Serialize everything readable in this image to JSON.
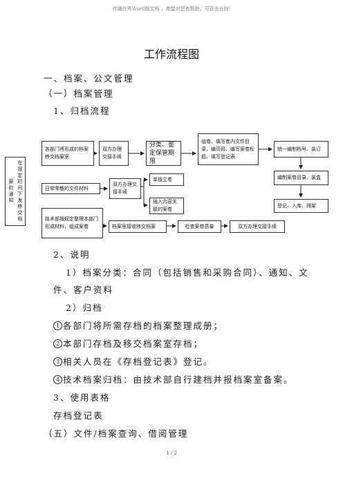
{
  "banner": "传播优秀Word版文档 ，希望对您有帮助，可双击去除!",
  "title": "工作流程图",
  "sections": {
    "s1": "一、档案、公文管理",
    "s1_1": "（一）档案管理",
    "s1_1_1": "1、归档流程",
    "s2": "2、说明",
    "p1a": "1）档案分类：合同（包括销售和采购合同）、通知、文",
    "p1b": "件、客户资料",
    "p2": "2）归档",
    "items": [
      {
        "num": "1",
        "text": "各部门将所需存档的档案整理成册；"
      },
      {
        "num": "2",
        "text": "本部门存档及移交档案室存档；"
      },
      {
        "num": "3",
        "text": "相关人员在《存档登记表》登记。"
      },
      {
        "num": "4",
        "text": "技术档案归档：由技术部自行建档并报档案室备案。"
      }
    ],
    "s3": "3、使用表格",
    "s3_form": "存档登记表",
    "s5": "（五）文件/档案查询、借阅管理"
  },
  "flow": {
    "left_notice": "在规定时间下发移交档案的通知",
    "dept_form": "各部门将形成的档案移交档案室",
    "both_proc1": "双方办理交接手续",
    "classify": "分类、鉴定保管期限",
    "assemble": "组卷、填写卷内文件目录、编页码、编写案卷标题、填写登记表",
    "number_bind": "统一编制档号、装订",
    "daily_docs": "日常零散的文件材料",
    "both_proc2": "双方办理交接手续",
    "single_file": "单独立卷",
    "insert_file": "插入内容关联的案卷",
    "catalog": "编制案卷目录、装盒",
    "register": "登记、入库、排架",
    "tech_dept": "技术部按规定整理本部门形成材料，组成案卷",
    "receive": "档案室接收移交档案",
    "check": "检查案卷质量",
    "both_proc3": "双方办理交接手续"
  },
  "footer": "1 / 2"
}
